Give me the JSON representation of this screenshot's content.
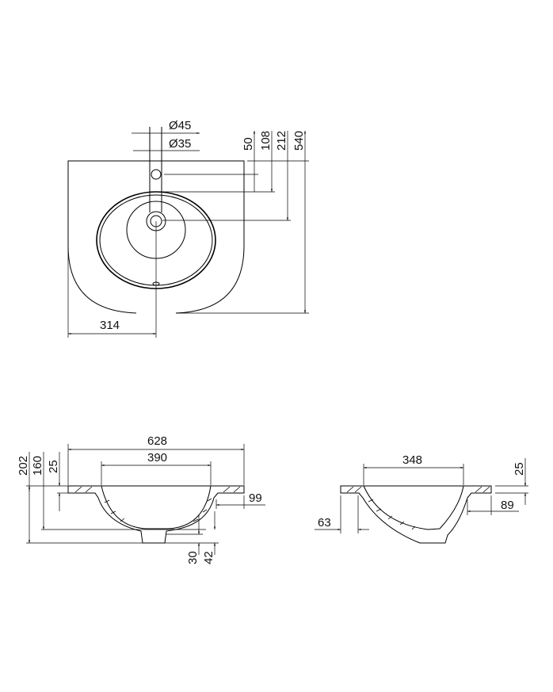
{
  "drawing": {
    "top_view": {
      "diameter_45": "Ø45",
      "diameter_35": "Ø35",
      "dim_50": "50",
      "dim_108": "108",
      "dim_212": "212",
      "dim_540": "540",
      "dim_314": "314"
    },
    "front_section": {
      "dim_628": "628",
      "dim_390": "390",
      "dim_202": "202",
      "dim_160": "160",
      "dim_25": "25",
      "dim_99": "99",
      "dim_30": "30",
      "dim_42": "42"
    },
    "side_section": {
      "dim_348": "348",
      "dim_25": "25",
      "dim_89": "89",
      "dim_63": "63"
    }
  }
}
